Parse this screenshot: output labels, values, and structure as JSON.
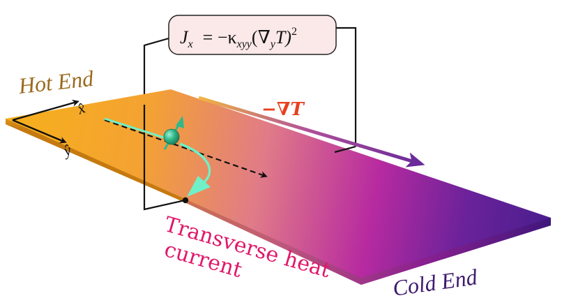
{
  "diagram": {
    "hot_label": "Hot End",
    "cold_label": "Cold End",
    "gradient_label": "−∇T",
    "transverse_label_line1": "Transverse heat",
    "transverse_label_line2": "current",
    "equation": {
      "lhs": "J",
      "lhs_sub": "x",
      "rhs_main": "= −κ",
      "rhs_sub": "xyy",
      "rhs_paren": "(∇",
      "rhs_sub2": "y",
      "rhs_tail": "T)",
      "rhs_sup": "2"
    },
    "axis_x_label": "x̂",
    "axis_y_label": "ŷ",
    "colors": {
      "hot": "#f7b21f",
      "mid": "#e07a88",
      "magenta": "#a8249e",
      "cold": "#4a1e8e",
      "arrow_gradient_start": "#f0b43a",
      "arrow_gradient_end": "#6a2a9a",
      "gradient_label": "#e8401e",
      "hot_text": "#9a6a1e",
      "cold_text": "#3d1a6e",
      "transverse_text": "#e0186a",
      "magnon": "#2fb88a",
      "trajectory": "#6ff0c8",
      "equation_box": "#fbe8e8"
    }
  }
}
